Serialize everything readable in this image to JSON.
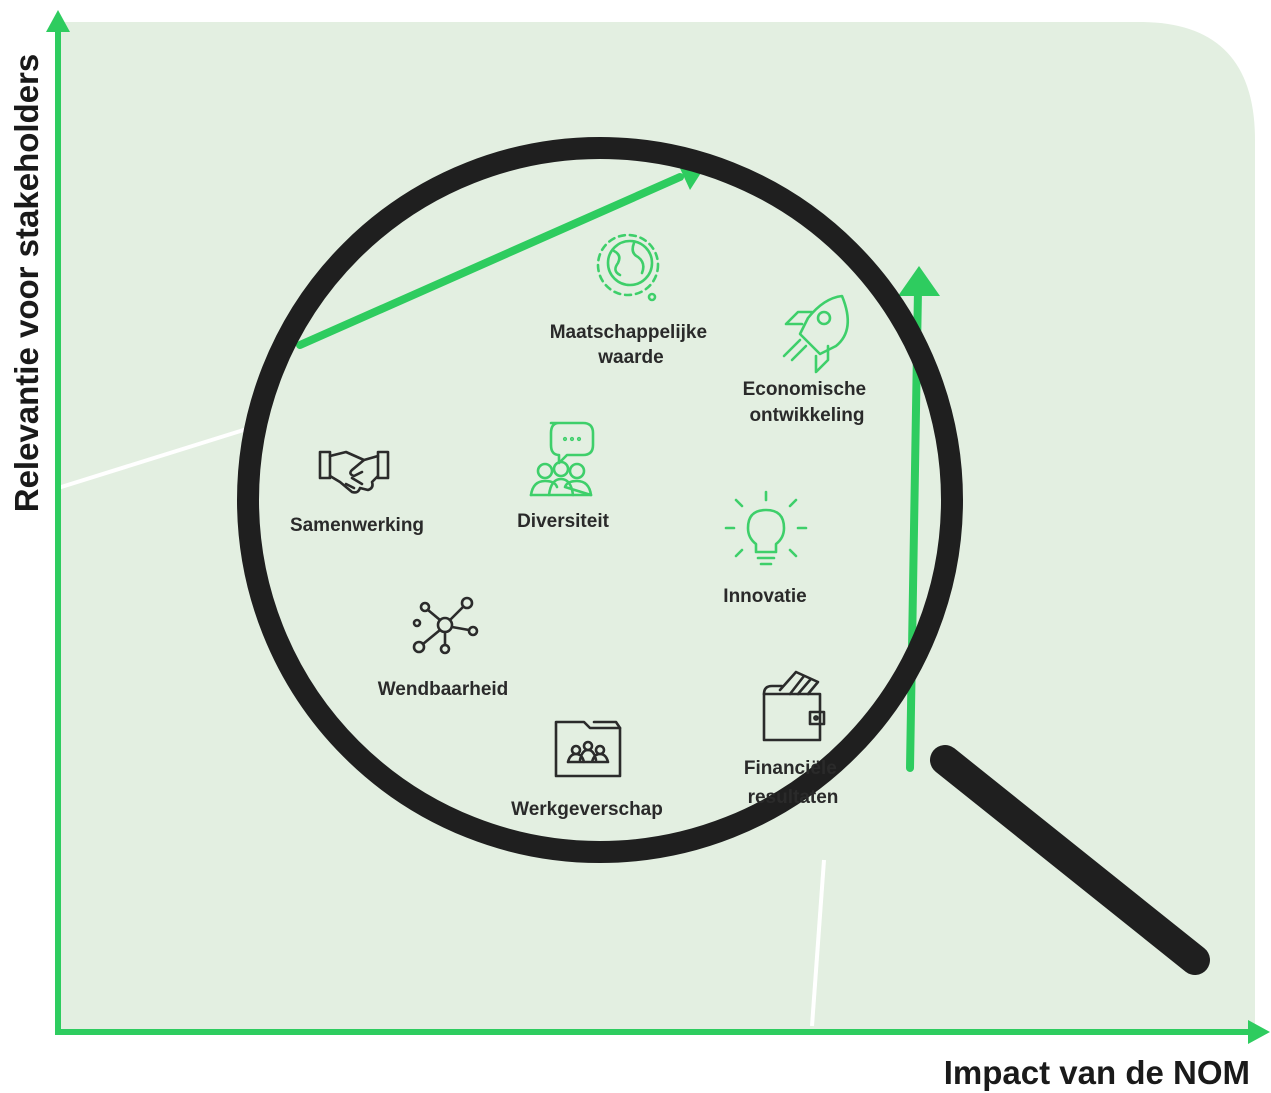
{
  "axes": {
    "y_label": "Relevantie voor stakeholders",
    "x_label": "Impact van de NOM"
  },
  "colors": {
    "background_panel": "#e3efe1",
    "axis_green": "#2ecc5f",
    "lens_ring": "#1f1f1f",
    "icon_green": "#3ecf6a",
    "icon_dark": "#2b2b2b"
  },
  "topics": [
    {
      "id": "maatschappelijke-waarde",
      "lines": [
        "Maatschappelijke",
        "waarde"
      ],
      "icon": "globe-icon"
    },
    {
      "id": "economische-ontwikkeling",
      "lines": [
        "Economische",
        "ontwikkeling"
      ],
      "icon": "rocket-icon"
    },
    {
      "id": "samenwerking",
      "lines": [
        "Samenwerking"
      ],
      "icon": "handshake-icon"
    },
    {
      "id": "diversiteit",
      "lines": [
        "Diversiteit"
      ],
      "icon": "people-chat-icon"
    },
    {
      "id": "innovatie",
      "lines": [
        "Innovatie"
      ],
      "icon": "lightbulb-icon"
    },
    {
      "id": "wendbaarheid",
      "lines": [
        "Wendbaarheid"
      ],
      "icon": "network-icon"
    },
    {
      "id": "werkgeverschap",
      "lines": [
        "Werkgeverschap"
      ],
      "icon": "folder-people-icon"
    },
    {
      "id": "financiele-resultaten",
      "lines": [
        "Financiële",
        "resultaten"
      ],
      "icon": "wallet-icon"
    }
  ]
}
